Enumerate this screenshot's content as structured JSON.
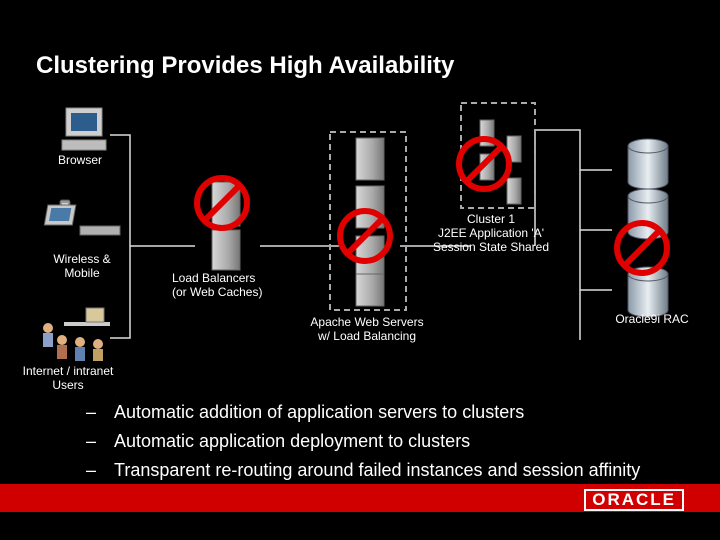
{
  "slide": {
    "title": "Clustering Provides High Availability"
  },
  "diagram": {
    "clients": {
      "browser": "Browser",
      "wireless": "Wireless &\nMobile",
      "intranet": "Internet / intranet\nUsers"
    },
    "tiers": {
      "load_balancers": "Load Balancers\n(or Web Caches)",
      "web_servers": "Apache Web Servers\nw/ Load Balancing",
      "app_cluster": "Cluster 1\nJ2EE Application 'A'\nSession State Shared",
      "database": "Oracle9i RAC"
    },
    "failure_icon": "no-symbol-icon"
  },
  "bullets": [
    "Automatic addition of application servers to clusters",
    "Automatic application deployment to clusters",
    "Transparent re-routing around failed instances and session affinity"
  ],
  "footer": {
    "logo": "ORACLE",
    "bar_color": "#d00000"
  }
}
